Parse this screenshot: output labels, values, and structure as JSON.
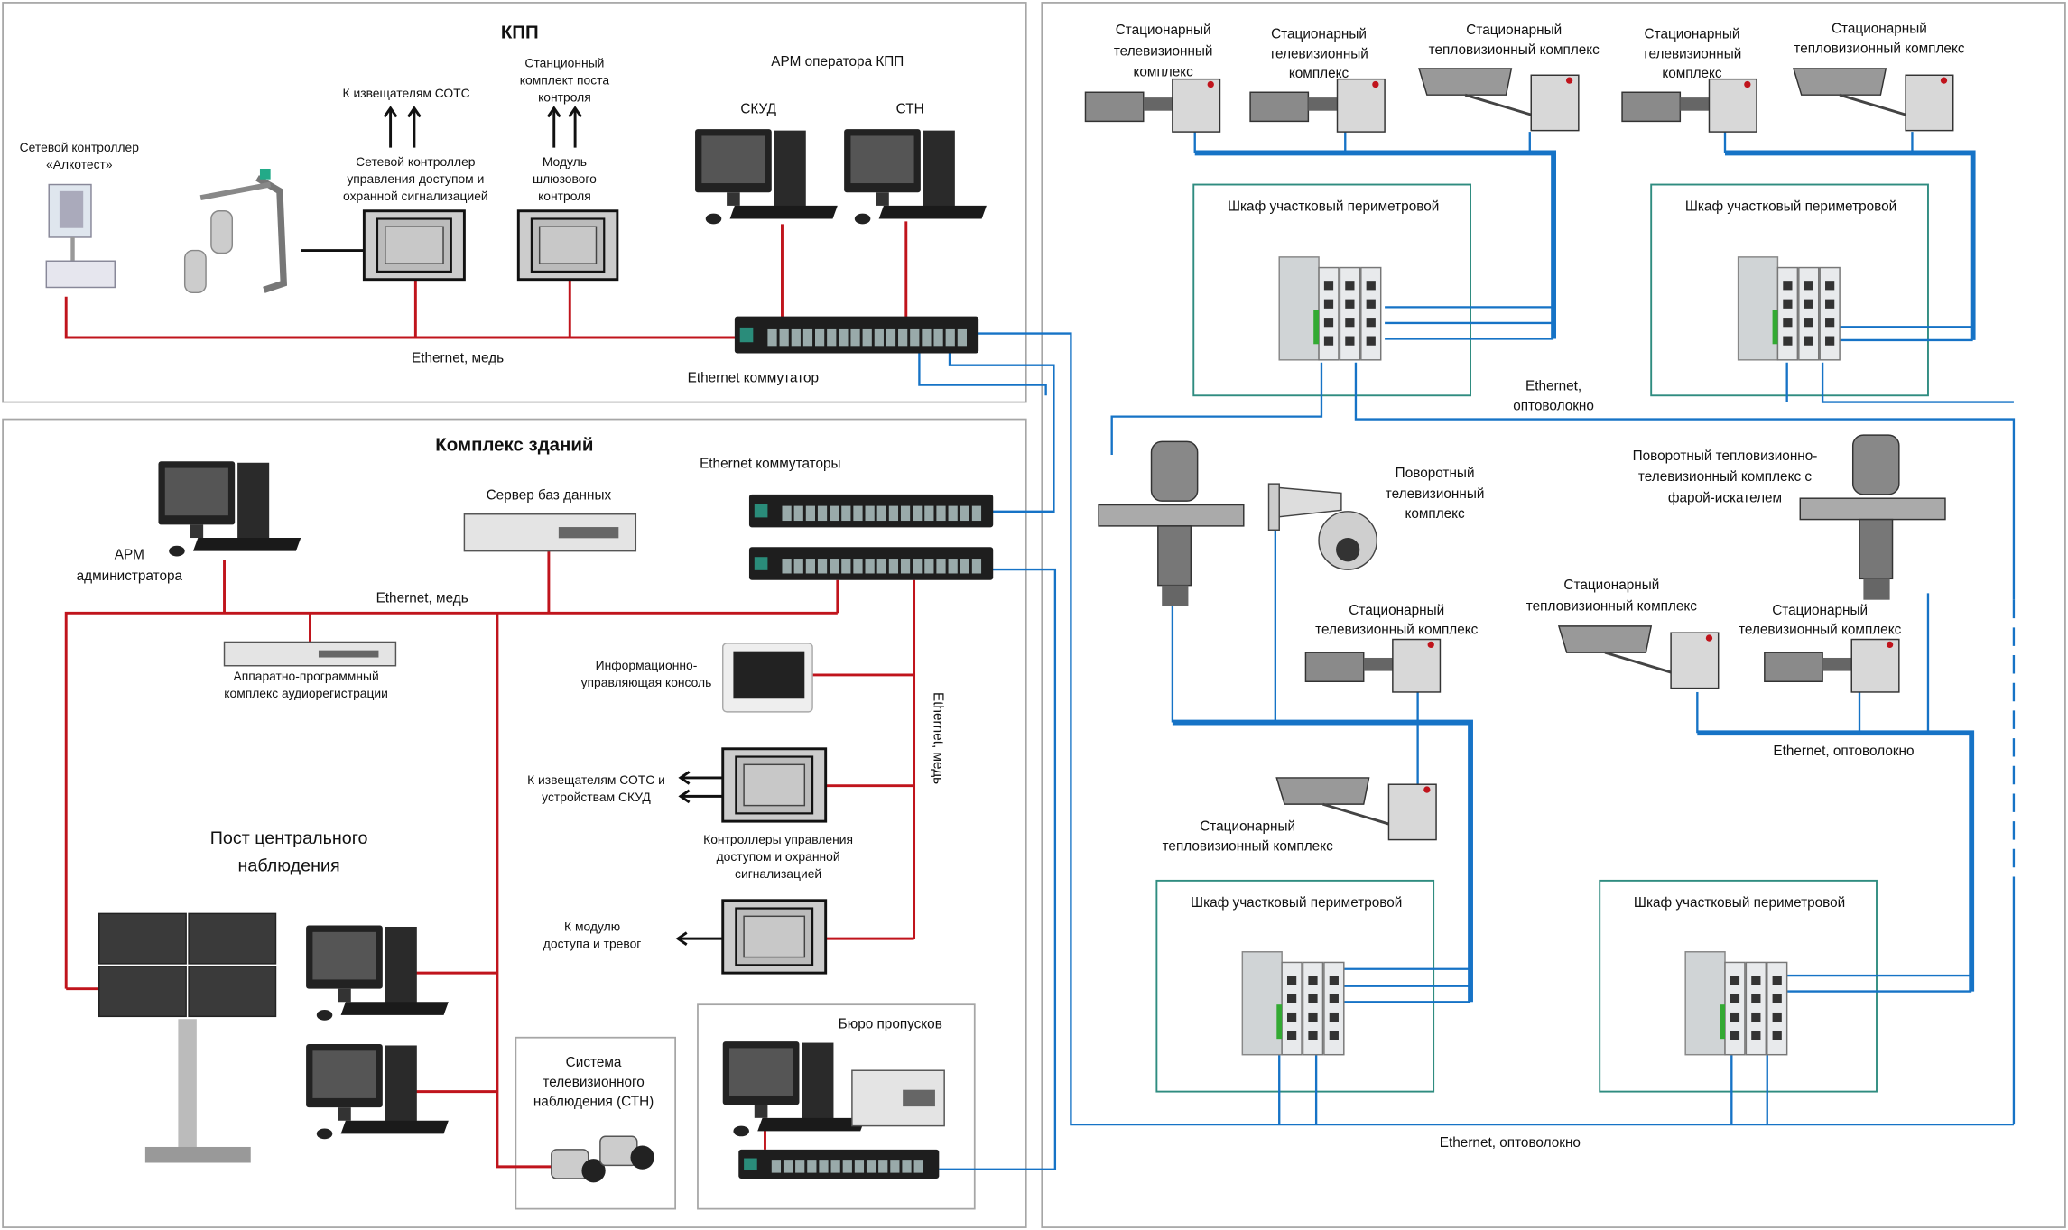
{
  "colors": {
    "copper": "#c0141c",
    "fiber": "#1673c6",
    "cabinet": "#2f8c80"
  },
  "kpp": {
    "title": "КПП",
    "arm_title": "АРМ оператора КПП",
    "skud": "СКУД",
    "stn": "СТН",
    "station_kit": [
      "Станционный",
      "комплект поста",
      "контроля"
    ],
    "to_sots": "К извещателям СОТС",
    "controller": [
      "Сетевой контроллер",
      "управления доступом и",
      "охранной сигнализацией"
    ],
    "gateway": [
      "Модуль",
      "шлюзового",
      "контроля"
    ],
    "alcotest": [
      "Сетевой контроллер",
      "«Алкотест»"
    ],
    "eth_copper": "Ethernet, медь",
    "switch_label": "Ethernet коммутатор"
  },
  "complex": {
    "title": "Комплекс зданий",
    "switches_label": "Ethernet коммутаторы",
    "db_server": "Сервер баз данных",
    "arm_admin": [
      "АРМ",
      "администратора"
    ],
    "eth_copper": "Ethernet, медь",
    "audio_rec": [
      "Аппаратно-программный",
      "комплекс аудиорегистрации"
    ],
    "console": [
      "Информационно-",
      "управляющая консоль"
    ],
    "to_sots_skud": [
      "К извещателям СОТС и",
      "устройствам СКУД"
    ],
    "controllers": [
      "Контроллеры управления",
      "доступом и охранной",
      "сигнализацией"
    ],
    "to_module": [
      "К модулю",
      "доступа и тревог"
    ],
    "eth_copper_vertical": "Ethernet, медь",
    "central_post": [
      "Пост центрального",
      "наблюдения"
    ],
    "cctv": [
      "Система",
      "телевизионного",
      "наблюдения (СТН)"
    ],
    "pass_office": "Бюро пропусков"
  },
  "perimeter": {
    "cam1": [
      "Стационарный",
      "телевизионный",
      "комплекс"
    ],
    "cam2": [
      "Стационарный",
      "телевизионный",
      "комплекс"
    ],
    "therm1": [
      "Стационарный",
      "тепловизионный комплекс"
    ],
    "cam3": [
      "Стационарный",
      "телевизионный",
      "комплекс"
    ],
    "therm2": [
      "Стационарный",
      "тепловизионный комплекс"
    ],
    "cabinet": "Шкаф участковый периметровой",
    "fiber_top": [
      "Ethernet,",
      "оптоволокно"
    ],
    "ptz_tv": [
      "Поворотный",
      "телевизионный",
      "комплекс"
    ],
    "ptz_thermal": [
      "Поворотный тепловизионно-",
      "телевизионный комплекс с",
      "фарой-искателем"
    ],
    "cam4": [
      "Стационарный",
      "телевизионный комплекс"
    ],
    "therm3": [
      "Стационарный",
      "тепловизионный комплекс"
    ],
    "cam5": [
      "Стационарный",
      "телевизионный комплекс"
    ],
    "fiber_mid": "Ethernet, оптоволокно",
    "therm4": [
      "Стационарный",
      "тепловизионный комплекс"
    ],
    "fiber_bottom": "Ethernet, оптоволокно"
  }
}
